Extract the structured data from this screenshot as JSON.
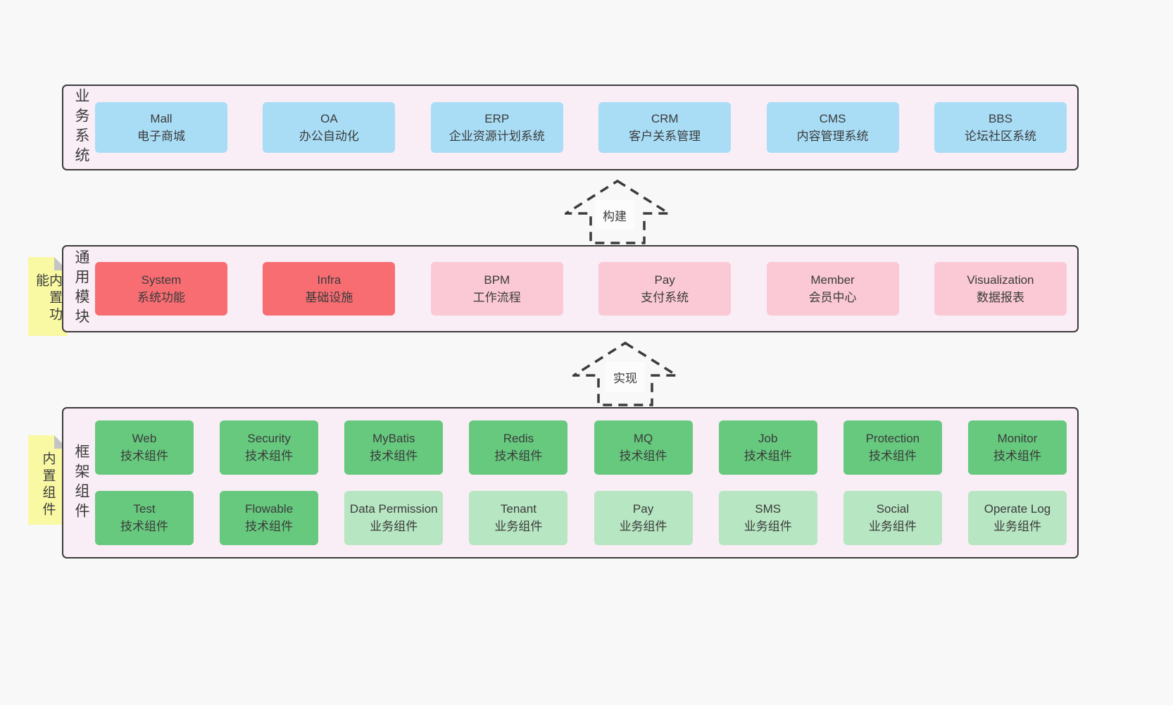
{
  "colors": {
    "page_background": "#f8f8f8",
    "panel_background": "#f9edf6",
    "panel_border": "#3b3b3b",
    "blue_box": "#a9ddf6",
    "red_box": "#f76d72",
    "pink_box": "#fac9d5",
    "green_box": "#66c97e",
    "light_green_box": "#b7e6c2",
    "sticky_yellow": "#f9f9a3",
    "sticky_fold_gray": "#c4c4c4",
    "text": "#3b3b3b"
  },
  "arrows": [
    {
      "label": "构建"
    },
    {
      "label": "实现"
    }
  ],
  "layers": [
    {
      "label": "业务系统",
      "boxes": [
        {
          "title": "Mall",
          "subtitle": "电子商城",
          "variant": "blue"
        },
        {
          "title": "OA",
          "subtitle": "办公自动化",
          "variant": "blue"
        },
        {
          "title": "ERP",
          "subtitle": "企业资源计划系统",
          "variant": "blue"
        },
        {
          "title": "CRM",
          "subtitle": "客户关系管理",
          "variant": "blue"
        },
        {
          "title": "CMS",
          "subtitle": "内容管理系统",
          "variant": "blue"
        },
        {
          "title": "BBS",
          "subtitle": "论坛社区系统",
          "variant": "blue"
        }
      ]
    },
    {
      "label": "通用模块",
      "sticky": "内置功能",
      "boxes": [
        {
          "title": "System",
          "subtitle": "系统功能",
          "variant": "red"
        },
        {
          "title": "Infra",
          "subtitle": "基础设施",
          "variant": "red"
        },
        {
          "title": "BPM",
          "subtitle": "工作流程",
          "variant": "pink"
        },
        {
          "title": "Pay",
          "subtitle": "支付系统",
          "variant": "pink"
        },
        {
          "title": "Member",
          "subtitle": "会员中心",
          "variant": "pink"
        },
        {
          "title": "Visualization",
          "subtitle": "数据报表",
          "variant": "pink"
        }
      ]
    },
    {
      "label": "框架组件",
      "sticky": "内置组件",
      "rows": [
        [
          {
            "title": "Web",
            "subtitle": "技术组件",
            "variant": "green"
          },
          {
            "title": "Security",
            "subtitle": "技术组件",
            "variant": "green"
          },
          {
            "title": "MyBatis",
            "subtitle": "技术组件",
            "variant": "green"
          },
          {
            "title": "Redis",
            "subtitle": "技术组件",
            "variant": "green"
          },
          {
            "title": "MQ",
            "subtitle": "技术组件",
            "variant": "green"
          },
          {
            "title": "Job",
            "subtitle": "技术组件",
            "variant": "green"
          },
          {
            "title": "Protection",
            "subtitle": "技术组件",
            "variant": "green"
          },
          {
            "title": "Monitor",
            "subtitle": "技术组件",
            "variant": "green"
          }
        ],
        [
          {
            "title": "Test",
            "subtitle": "技术组件",
            "variant": "green"
          },
          {
            "title": "Flowable",
            "subtitle": "技术组件",
            "variant": "green"
          },
          {
            "title": "Data Permission",
            "subtitle": "业务组件",
            "variant": "lightgreen"
          },
          {
            "title": "Tenant",
            "subtitle": "业务组件",
            "variant": "lightgreen"
          },
          {
            "title": "Pay",
            "subtitle": "业务组件",
            "variant": "lightgreen"
          },
          {
            "title": "SMS",
            "subtitle": "业务组件",
            "variant": "lightgreen"
          },
          {
            "title": "Social",
            "subtitle": "业务组件",
            "variant": "lightgreen"
          },
          {
            "title": "Operate Log",
            "subtitle": "业务组件",
            "variant": "lightgreen"
          }
        ]
      ]
    }
  ]
}
